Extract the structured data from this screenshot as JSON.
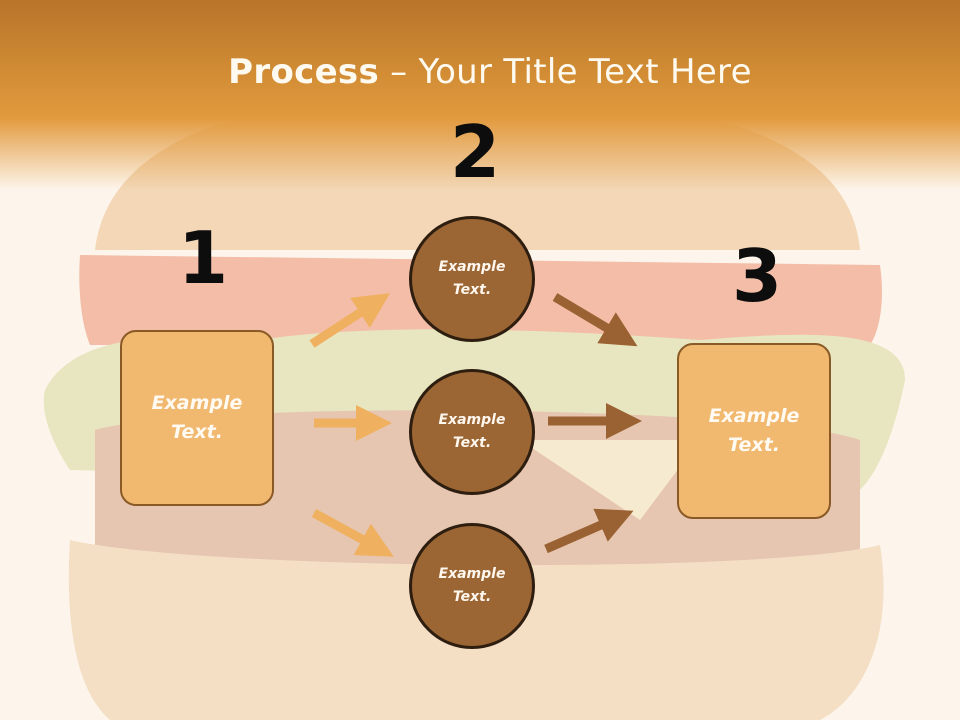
{
  "slide": {
    "title_bold": "Process",
    "title_rest": " – Your Title Text Here"
  },
  "numbers": {
    "one": "1",
    "two": "2",
    "three": "3"
  },
  "left_box": {
    "text": "Example Text."
  },
  "right_box": {
    "text": "Example Text."
  },
  "circles": [
    {
      "text": "Example Text."
    },
    {
      "text": "Example Text."
    },
    {
      "text": "Example Text."
    }
  ],
  "colors": {
    "header": "#cf8a33",
    "box_fill": "#f1b870",
    "circle_fill": "#9b6534",
    "arrow_light": "#efb060",
    "arrow_dark": "#9a6232"
  }
}
